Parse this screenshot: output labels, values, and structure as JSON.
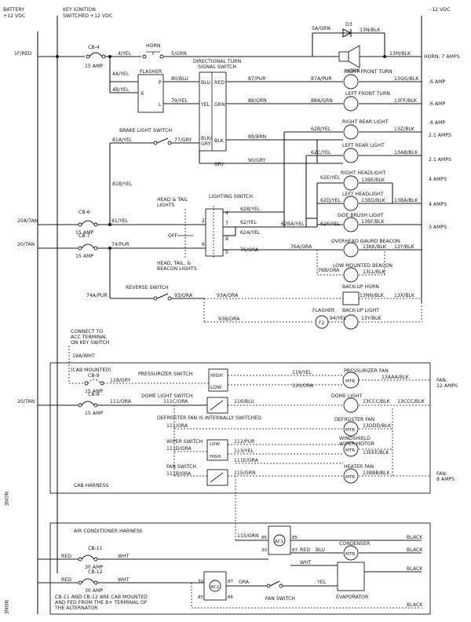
{
  "rails": {
    "battery": [
      "BATTERY",
      "+12 VDC"
    ],
    "key": [
      "KEY IGNITION",
      "SWITCHED +12 VDC"
    ],
    "ground": "-12 VDC"
  },
  "right_notes": {
    "horn": "HORN: 7 AMPS",
    "a1": ".6 AMP",
    "a2": ".6 AMP",
    "a3": ".6 AMP",
    "a4": "2.1 AMPS",
    "a5": "2.1 AMPS",
    "a6": "4 AMPS",
    "a7": "4 AMPS",
    "a8": "3 AMPS",
    "fan1": [
      "FAN:",
      "12 AMPS"
    ],
    "fan2": [
      "FAN:",
      "8 AMPS"
    ]
  },
  "side_labels": {
    "none1": "NONE",
    "none2": "NONE"
  },
  "breakers": {
    "cb4": {
      "name": "CB-4",
      "rating": "15 AMP"
    },
    "cb6": {
      "name": "CB-6",
      "rating": "15 AMP"
    },
    "cb7": {
      "name": "CB-7",
      "rating": "15 AMP"
    },
    "cb9": {
      "name": "CB-9",
      "rating": "15 AMP",
      "note": "(CAB MOUNTED)"
    },
    "cb8": {
      "name": "CB-8",
      "rating": "15 AMP"
    },
    "cb11": {
      "name": "CB-11",
      "rating": "30 AMP"
    },
    "cb12": {
      "name": "CB-12",
      "rating": "30 AMP"
    }
  },
  "wires": {
    "w1f": "1F/RED",
    "w4": "4/YEL",
    "w5": "5/GRN",
    "w5a": "5A/GRN",
    "w13n": "13N/BLK",
    "w13m": "13M/BLK",
    "w4a": "4A/YEL",
    "w4b": "4B/YEL",
    "w80": "80/BLU",
    "w79": "79/YEL",
    "w87": "87/PUR",
    "w87a": "87A/PUR",
    "w13gg": "13GG/BLK",
    "w88": "88/GRN",
    "w88a": "88A/GRN",
    "w13ff": "13FF/BLK",
    "w81a": "81A/YEL",
    "w77": "77/GRY",
    "w89": "89/BRN",
    "w62b": "62B/YEL",
    "w13z": "13Z/BLK",
    "w62c": "62C/YEL",
    "w13ab": "13AB/BLK",
    "w90": "90/GRY",
    "w81b": "81B/YEL",
    "w62e": "62E/YEL",
    "w13be": "13BE/BLK",
    "w62d": "62D/YEL",
    "w13bd": "13BD/BLK",
    "w13ba": "13BA/BLK",
    "w20a": "20A/TAN",
    "w81": "81/YEL",
    "w62b2": "62B/YEL",
    "w62": "62/YEL",
    "w62a": "62A/YEL",
    "w62ba": "62BA/YEL",
    "w62f": "62F/YEL",
    "w13bf": "13BF/BLK",
    "w20": "20/TAN",
    "w74": "74/PUR",
    "w76": "76/ORA",
    "w76a": "76A/ORA",
    "w13kk": "13KK/BLK",
    "w13y": "13Y/BLK",
    "w76b": "76B/ORA",
    "w13ll": "13LL/BLK",
    "w74a": "74A/PUR",
    "w93": "93/ORA",
    "w93a": "93A/ORA",
    "w13nn": "13NN/BLK",
    "w13x": "13X/BLK",
    "w93b": "93B/ORA",
    "w94": "94/YEL",
    "w13yy": "13Y/BLK",
    "w19a": "19A/WHT",
    "w118": "118/GRY",
    "w119": "119/YEL",
    "w120": "120/ORA",
    "w13aaa": "13AAA/BLK",
    "w20t": "20/TAN",
    "w111": "111/ORA",
    "w111c": "111C/ORA",
    "w116": "116/BLU",
    "w13ccc": "13CCC/BLK",
    "w13ccc2": "13CCC/BLK",
    "w111d": "111/ORA",
    "w13ddd": "13DDD/BLK",
    "w111d2": "111D/ORA",
    "w112": "112/PUR",
    "w113": "113/YEL",
    "w13eee": "13EEE/BLK",
    "w111e": "111E/ORA",
    "w111b": "111B/ORA",
    "w115": "115/GRN",
    "w13bbb": "13BBB/BLK",
    "w115g": "115/GRN",
    "red1": "RED",
    "wht1": "WHT",
    "red2": "RED",
    "wht2": "WHT",
    "red3": "RED",
    "blu": "BLU",
    "wht3": "WHT",
    "ora": "ORA",
    "yel": "YEL",
    "black1": "BLACK",
    "black2": "BLACK",
    "black3": "BLACK",
    "black4": "BLACK"
  },
  "components": {
    "horn_sw": "HORN",
    "horn": "HORN",
    "d3": "D3",
    "dir_switch": [
      "DIRECTIONAL TURN",
      "SIGNAL SWITCH"
    ],
    "dir_terms": [
      "BLU",
      "YEL",
      "RED",
      "GRN",
      "BLK/",
      "GRY",
      "BLK",
      "GRY"
    ],
    "flasher": "FLASHER",
    "flasher_terms": [
      "P",
      "X",
      "L"
    ],
    "rf_turn": "RIGHT FRONT TURN",
    "lf_turn": "LEFT FRONT TURN",
    "brake_sw": "BRAKE LIGHT SWITCH",
    "rr_light": "RIGHT REAR LIGHT",
    "lr_light": "LEFT REAR LIGHT",
    "r_head": "RIGHT HEADLIGHT",
    "l_head": "LEFT HEADLIGHT",
    "lighting_sw": "LIGHTING SWITCH",
    "head_tail": [
      "HEAD & TAIL",
      "LIGHTS"
    ],
    "off": "OFF",
    "head_tail_beacon": [
      "HEAD, TAIL, &",
      "BEACON LIGHTS"
    ],
    "sw_terms": [
      "4",
      "2",
      "7",
      "8",
      "6",
      "5"
    ],
    "side_brush": "SIDE BRUSH LIGHT",
    "ovh_beacon": "OVERHEAD GAURD BEACON",
    "low_beacon": "LOW MOUNTED BEACON",
    "reverse_sw": "REVERSE SWITCH",
    "backup_horn": "BACK-UP HORN",
    "flasher2": "FLASHER",
    "f2": "F2",
    "backup_light": "BACK-UP LIGHT",
    "connect": [
      "CONNECT TO",
      "ACC TERMINAL",
      "ON KEY SWITCH"
    ],
    "press_sw": "PRESSURIZER SWITCH",
    "high": "HIGH",
    "low": "LOW",
    "press_fan": "PRESSURIZER FAN",
    "mtr": "MTR",
    "dome_sw": "DOME LIGHT SWITCH",
    "dome_light": "DOME LIGHT",
    "defrost_note": "DEFROSTER FAN IS INTERNALLY SWITCHED",
    "defrost_fan": "DEFROSTER FAN",
    "wiper_sw": "WIPER SWITCH",
    "wiper_motor": [
      "WINDSHIELD",
      "WIPER MOTOR"
    ],
    "wiper_terms": [
      "LOW",
      "HIGH"
    ],
    "fan_sw": "FAN SWITCH",
    "heater_fan": "HEATER FAN",
    "cab_harness": "CAB HARNESS",
    "ac_harness": "AIR CONDITIONER HARNESS",
    "ac1": "AC1",
    "ac2": "AC2",
    "ac1_pins": [
      "86",
      "85",
      "30",
      "87"
    ],
    "ac2_pins": [
      "30",
      "87",
      "85",
      "86"
    ],
    "condenser": "CONDENSER",
    "evaporator": "EVAPORATOR",
    "fan_switch2": "FAN SWITCH",
    "cb_note": [
      "CB-11 AND CB-12 ARE CAB MOUNTED",
      "AND FED FROM THE B+ TERMINAL OF",
      "THE ALTERNATOR"
    ]
  }
}
